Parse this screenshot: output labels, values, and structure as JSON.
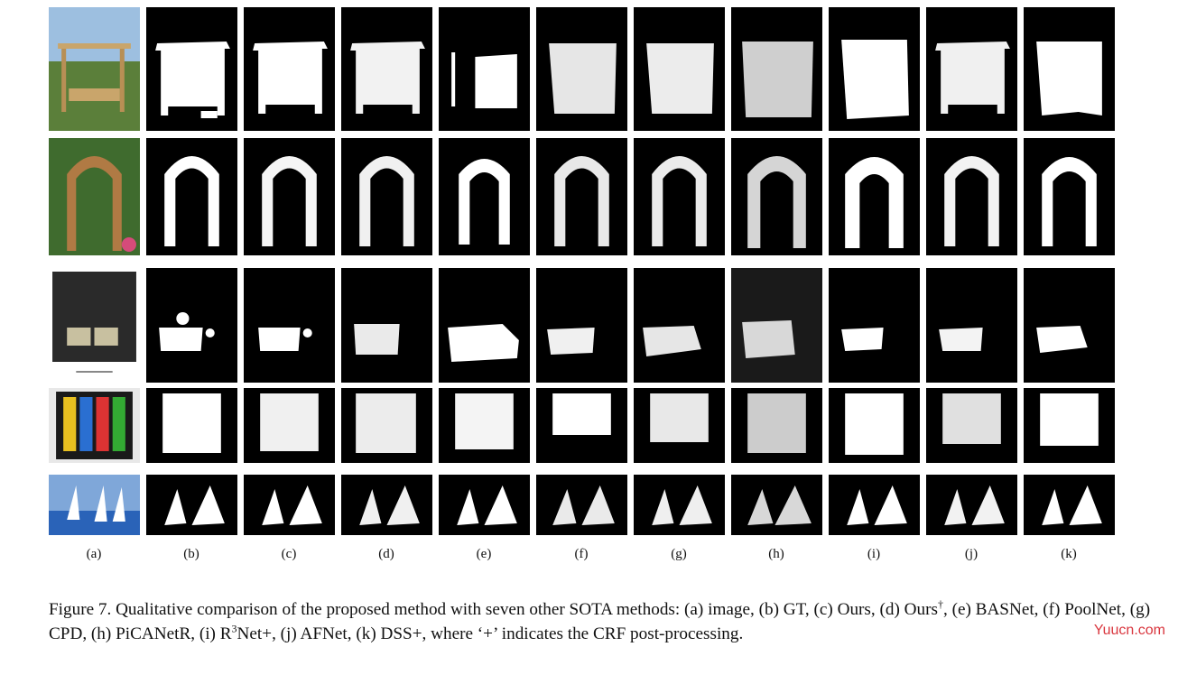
{
  "columns": [
    "(a)",
    "(b)",
    "(c)",
    "(d)",
    "(e)",
    "(f)",
    "(g)",
    "(h)",
    "(i)",
    "(j)",
    "(k)"
  ],
  "rows": [
    {
      "subject": "swing",
      "photo_colors": [
        "#5b7f3a",
        "#c9a56b",
        "#8fb3d9"
      ]
    },
    {
      "subject": "arch",
      "photo_colors": [
        "#3f6b2e",
        "#b07a44",
        "#d64b7a"
      ]
    },
    {
      "subject": "cups",
      "photo_colors": [
        "#2a2a2a",
        "#c8c0a0",
        "#ffffff"
      ]
    },
    {
      "subject": "bottles",
      "photo_colors": [
        "#e8e8e8",
        "#d33",
        "#2a6fd1"
      ]
    },
    {
      "subject": "boats",
      "photo_colors": [
        "#2a63b8",
        "#ffffff",
        "#7fa7d9"
      ]
    }
  ],
  "caption": {
    "part1": "Figure 7. Qualitative comparison of the proposed method with seven other SOTA methods: (a) image, (b) GT, (c) Ours, (d) Ours",
    "dagger": "†",
    "part2": ", (e) BASNet, (f) PoolNet, (g) CPD, (h) PiCANetR, (i) R",
    "sup3": "3",
    "part3": "Net+, (j) AFNet, (k) DSS+, where ‘+’ indicates the CRF post-processing."
  },
  "watermark": "Yuucn.com"
}
